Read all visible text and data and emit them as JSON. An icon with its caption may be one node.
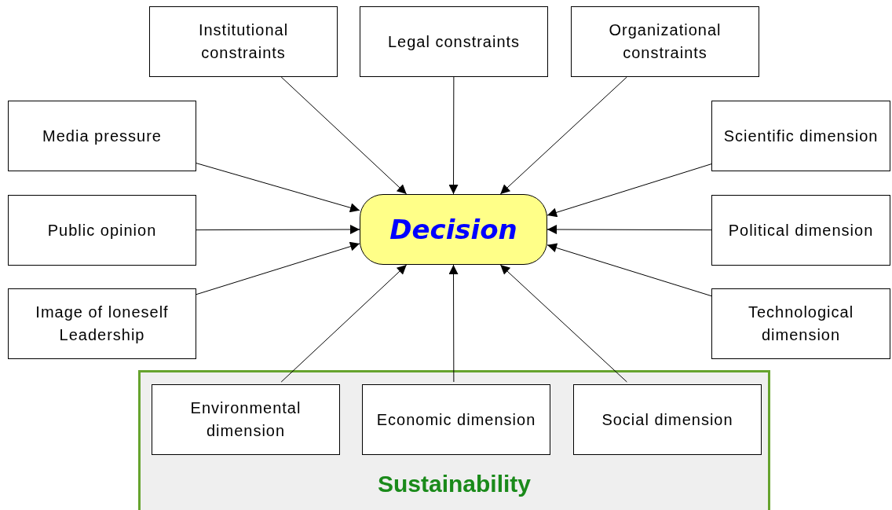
{
  "diagram": {
    "nodes": [
      {
        "text": [
          "Institutional constraints"
        ]
      },
      {
        "text": [
          "Legal constraints"
        ]
      },
      {
        "text": [
          "Organizational constraints"
        ]
      },
      {
        "text": [
          "Media pressure"
        ]
      },
      {
        "text": [
          "Scientific dimension"
        ]
      },
      {
        "text": [
          "Public opinion"
        ]
      },
      {
        "text": [
          "Decision"
        ]
      },
      {
        "text": [
          "Political dimension"
        ]
      },
      {
        "text": [
          "Image of loneself Leadership"
        ]
      },
      {
        "text": [
          "Technological dimension"
        ]
      },
      {
        "text": [
          "Sustainability"
        ]
      },
      {
        "text": [
          "Environmental dimension"
        ],
        "in": 10
      },
      {
        "text": [
          "Economic dimension"
        ],
        "in": 10
      },
      {
        "text": [
          "Social dimension"
        ],
        "in": 10
      }
    ],
    "edges": [
      {
        "from": 0,
        "to": 6,
        "arrow": "to"
      },
      {
        "from": 1,
        "to": 6,
        "arrow": "to"
      },
      {
        "from": 2,
        "to": 6,
        "arrow": "to"
      },
      {
        "from": 3,
        "to": 6,
        "arrow": "to"
      },
      {
        "from": 5,
        "to": 6,
        "arrow": "to"
      },
      {
        "from": 8,
        "to": 6,
        "arrow": "to"
      },
      {
        "from": 4,
        "to": 6,
        "arrow": "to"
      },
      {
        "from": 7,
        "to": 6,
        "arrow": "to"
      },
      {
        "from": 9,
        "to": 6,
        "arrow": "to"
      },
      {
        "from": 11,
        "to": 6,
        "arrow": "to"
      },
      {
        "from": 12,
        "to": 6,
        "arrow": "to"
      },
      {
        "from": 13,
        "to": 6,
        "arrow": "to"
      }
    ]
  }
}
